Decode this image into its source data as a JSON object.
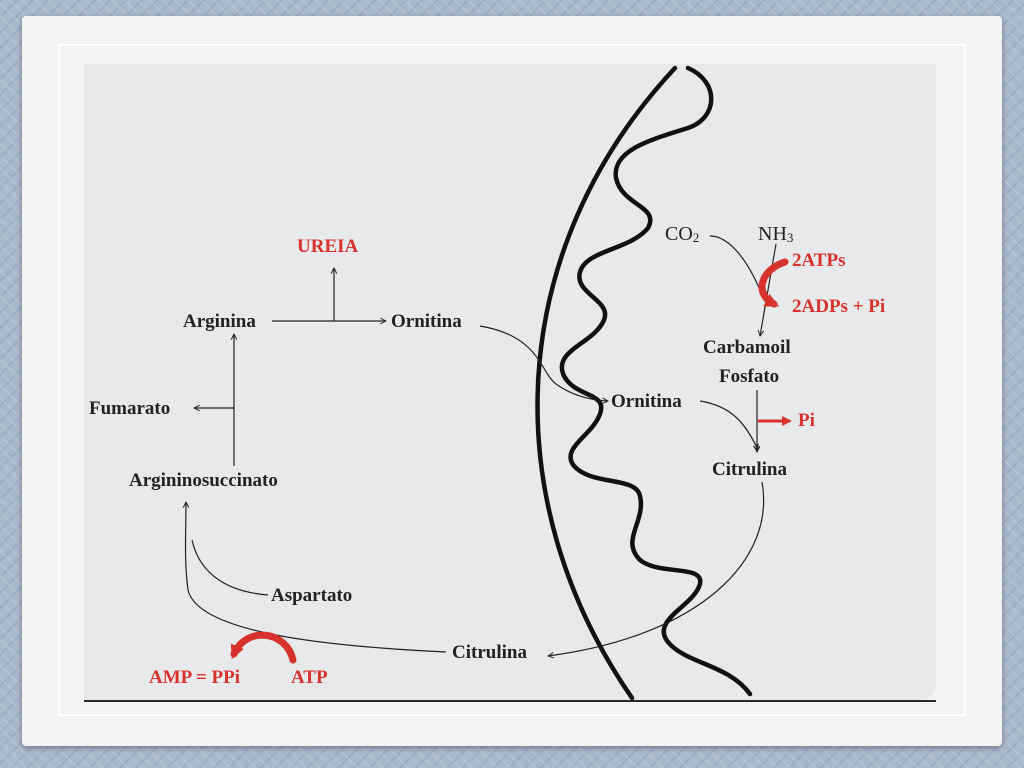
{
  "colors": {
    "background": "#a9b9cc",
    "panel": "#f3f3f1",
    "slide": "#e7e9ea",
    "text": "#222222",
    "accent_red": "#d7322c"
  },
  "diagram": {
    "cytosol": {
      "ureia": "UREIA",
      "arginina": "Arginina",
      "ornitina": "Ornitina",
      "fumarato": "Fumarato",
      "argininosuccinato": "Argininosuccinato",
      "aspartato": "Aspartato",
      "citrulina": "Citrulina",
      "amp_ppi": "AMP = PPi",
      "atp": "ATP"
    },
    "mitochondria": {
      "co2_main": "CO",
      "co2_sub": "2",
      "nh3_main": "NH",
      "nh3_sub": "3",
      "atps": "2ATPs",
      "adps": "2ADPs + Pi",
      "carbamoil": "Carbamoil",
      "fosfato": "Fosfato",
      "ornitina": "Ornitina",
      "pi": "Pi",
      "citrulina": "Citrulina"
    }
  }
}
